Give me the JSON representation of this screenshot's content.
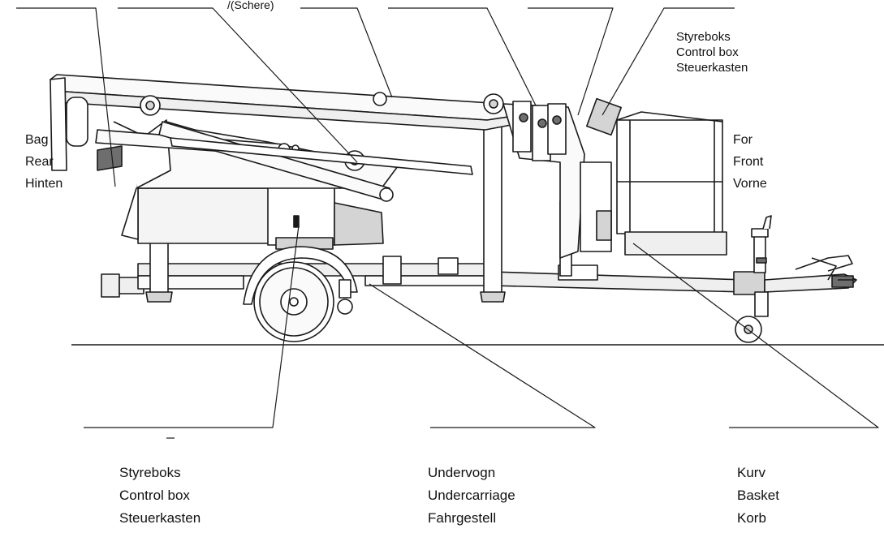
{
  "labels": {
    "top_partial": "/(Schere)",
    "control_box_top": {
      "no": "Styreboks",
      "en": "Control box",
      "de": "Steuerkasten"
    },
    "rear": {
      "no": "Bag",
      "en": "Rear",
      "de": "Hinten"
    },
    "front": {
      "no": "For",
      "en": "Front",
      "de": "Vorne"
    },
    "control_box_bottom": {
      "no": "Styreboks",
      "en": "Control box",
      "de": "Steuerkasten"
    },
    "undercarriage": {
      "no": "Undervogn",
      "en": "Undercarriage",
      "de": "Fahrgestell"
    },
    "basket": {
      "no": "Kurv",
      "en": "Basket",
      "de": "Korb"
    }
  },
  "colors": {
    "line": "#1a1a1a",
    "fill_light": "#efefef",
    "fill_mid": "#d4d4d4",
    "fill_dark": "#6e6e6e",
    "text": "#111111"
  }
}
